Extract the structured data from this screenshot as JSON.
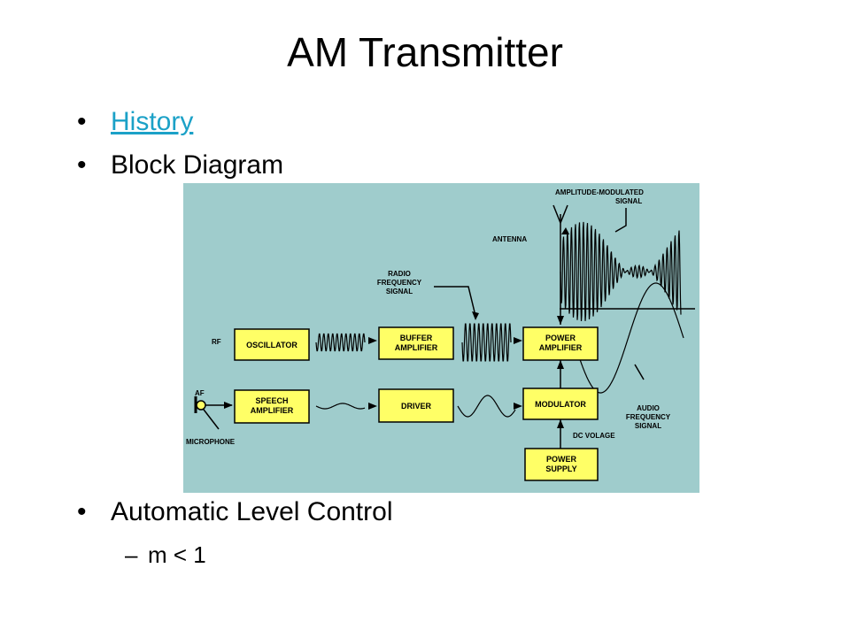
{
  "slide": {
    "title": "AM Transmitter",
    "bullets": [
      {
        "text": "History",
        "link": true
      },
      {
        "text": "Block Diagram",
        "link": false
      },
      {
        "text": "Automatic Level Control",
        "link": false
      }
    ],
    "sub_bullets": [
      {
        "text": "m < 1"
      }
    ]
  },
  "diagram": {
    "blocks": {
      "oscillator": "OSCILLATOR",
      "buffer_line1": "BUFFER",
      "buffer_line2": "AMPLIFIER",
      "power_amp_line1": "POWER",
      "power_amp_line2": "AMPLIFIER",
      "speech_line1": "SPEECH",
      "speech_line2": "AMPLIFIER",
      "driver": "DRIVER",
      "modulator": "MODULATOR",
      "power_supply_line1": "POWER",
      "power_supply_line2": "SUPPLY"
    },
    "labels": {
      "rf": "RF",
      "af": "AF",
      "microphone": "MICROPHONE",
      "antenna": "ANTENNA",
      "am_signal_line1": "AMPLITUDE-MODULATED",
      "am_signal_line2": "SIGNAL",
      "rf_signal_line1": "RADIO",
      "rf_signal_line2": "FREQUENCY",
      "rf_signal_line3": "SIGNAL",
      "af_signal_line1": "AUDIO",
      "af_signal_line2": "FREQUENCY",
      "af_signal_line3": "SIGNAL",
      "dc_voltage": "DC VOLAGE"
    },
    "colors": {
      "background": "#9fcccc",
      "block_fill": "#ffff66",
      "stroke": "#000000"
    }
  }
}
